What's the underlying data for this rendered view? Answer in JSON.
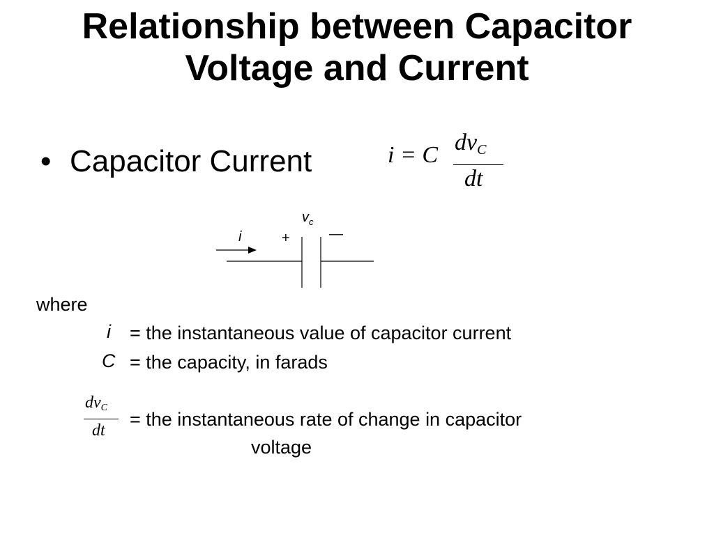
{
  "slide": {
    "title_line1": "Relationship between Capacitor",
    "title_line2": "Voltage and Current",
    "bullet": "Capacitor Current",
    "formula": {
      "lhs": "i = C",
      "numerator": "dv",
      "numerator_sub": "C",
      "denominator": "dt"
    },
    "diagram": {
      "current_label": "i",
      "voltage_label": "v",
      "voltage_sub": "c",
      "plus": "+",
      "minus": "—"
    },
    "where": "where",
    "definitions": [
      {
        "symbol": "i",
        "text": "= the instantaneous value of capacitor current"
      },
      {
        "symbol": "C",
        "text": "= the capacity, in farads"
      },
      {
        "symbol_numerator": "dv",
        "symbol_sub": "C",
        "symbol_denominator": "dt",
        "text": "= the instantaneous rate of change in capacitor",
        "text_cont": "voltage"
      }
    ]
  }
}
